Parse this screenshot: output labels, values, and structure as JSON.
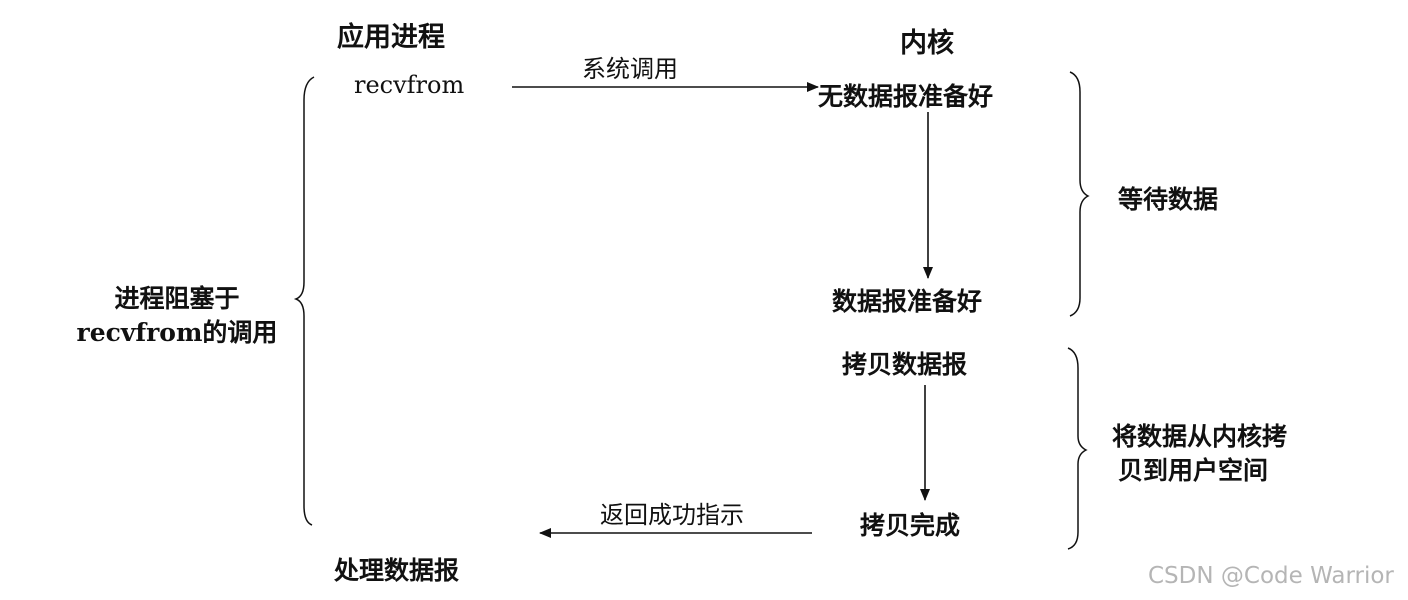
{
  "headers": {
    "app_process": "应用进程",
    "kernel": "内核"
  },
  "app_side": {
    "call": "recvfrom",
    "blocked_line1": "进程阻塞于",
    "blocked_line2": "recvfrom的调用",
    "process": "处理数据报"
  },
  "kernel_side": {
    "no_data": "无数据报准备好",
    "data_ready": "数据报准备好",
    "copy_datagram": "拷贝数据报",
    "copy_done": "拷贝完成"
  },
  "arrows": {
    "syscall": "系统调用",
    "return_ok": "返回成功指示"
  },
  "phases": {
    "wait": "等待数据",
    "copy_line1": "将数据从内核拷",
    "copy_line2": "贝到用户空间"
  },
  "watermark": "CSDN @Code Warrior"
}
